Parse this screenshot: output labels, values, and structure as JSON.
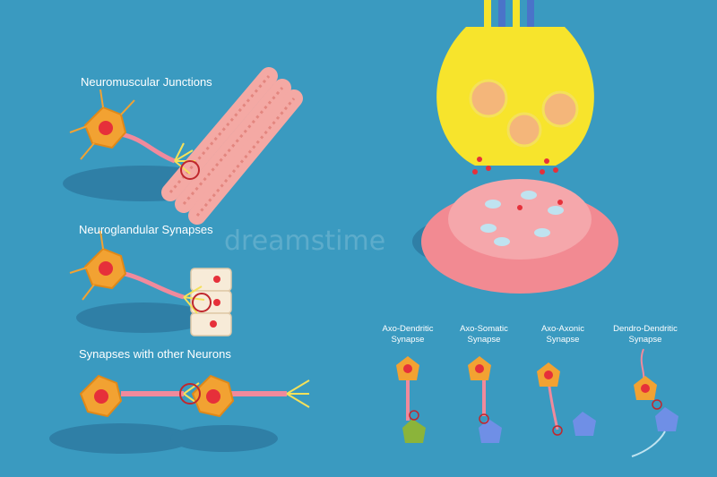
{
  "sections": {
    "neuromuscular": "Neuromuscular Junctions",
    "neuroglandular": "Neuroglandular Synapses",
    "neuron_synapses": "Synapses with other Neurons"
  },
  "synapse_types": [
    {
      "line1": "Axo-Dendritic",
      "line2": "Synapse"
    },
    {
      "line1": "Axo-Somatic",
      "line2": "Synapse"
    },
    {
      "line1": "Axo-Axonic",
      "line2": "Synapse"
    },
    {
      "line1": "Dendro-Dendritic",
      "line2": "Synapse"
    }
  ],
  "watermark": "dreamstime",
  "colors": {
    "background": "#3a9ac0",
    "shadow": "#2f7fa6",
    "neuron_body": "#f2a232",
    "nucleus": "#e6303a",
    "axon": "#f08a9c",
    "dendrite_terminal": "#f5e15a",
    "muscle": "#f4a9a4",
    "presynaptic": "#f7e42c",
    "postsynaptic": "#f28a92",
    "blue_neuron": "#6f8fe6",
    "green_neuron": "#8bb43a"
  }
}
